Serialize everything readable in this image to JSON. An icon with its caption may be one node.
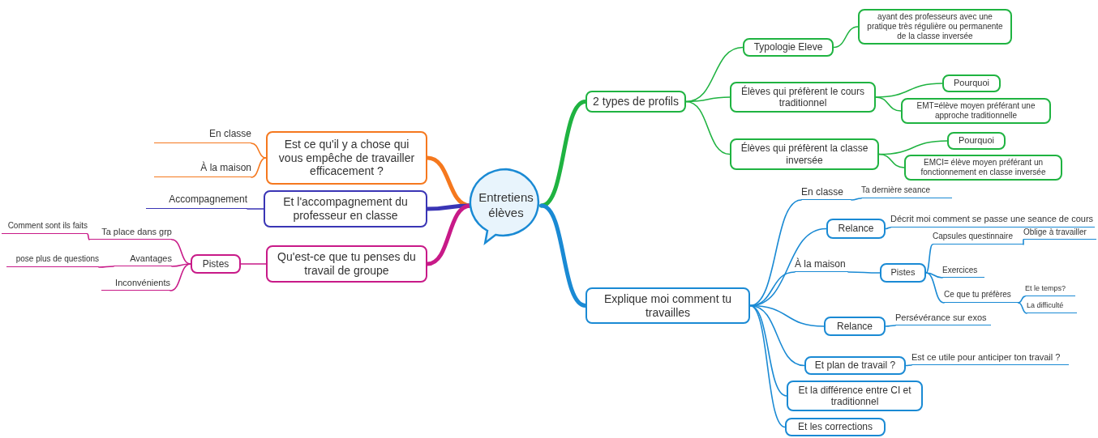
{
  "diagram": {
    "nodes": [
      {
        "text": [
          "Entretiens élèves"
        ]
      },
      {
        "text": [
          "Est ce qu'il y a chose qui vous empêche de travailler efficacement ?"
        ]
      },
      {
        "text": [
          "En classe"
        ]
      },
      {
        "text": [
          "À la maison"
        ]
      },
      {
        "text": [
          "Et l'accompagnement du professeur en classe"
        ]
      },
      {
        "text": [
          "Accompagnement"
        ]
      },
      {
        "text": [
          "Qu'est-ce que tu penses du travail de groupe"
        ]
      },
      {
        "text": [
          "Pistes"
        ]
      },
      {
        "text": [
          "Ta place dans grp"
        ]
      },
      {
        "text": [
          "Comment sont ils faits"
        ]
      },
      {
        "text": [
          "Avantages"
        ]
      },
      {
        "text": [
          "pose plus de questions"
        ]
      },
      {
        "text": [
          "Inconvénients"
        ]
      },
      {
        "text": [
          "2 types de profils"
        ]
      },
      {
        "text": [
          "Typologie Eleve"
        ]
      },
      {
        "text": [
          "ayant des professeurs avec une pratique très régulière ou permanente de la classe inversée"
        ]
      },
      {
        "text": [
          "Élèves qui préfèrent le cours traditionnel"
        ]
      },
      {
        "text": [
          "Pourquoi"
        ]
      },
      {
        "text": [
          "EMT=élève moyen préférant une approche traditionnelle"
        ]
      },
      {
        "text": [
          "Élèves qui préfèrent la classe inversée"
        ]
      },
      {
        "text": [
          "Pourquoi"
        ]
      },
      {
        "text": [
          "EMCI= élève moyen préférant un fonctionnement en classe inversée"
        ]
      },
      {
        "text": [
          "Explique moi comment tu travailles"
        ]
      },
      {
        "text": [
          "En classe"
        ]
      },
      {
        "text": [
          "Ta dernière seance"
        ]
      },
      {
        "text": [
          "Relance"
        ]
      },
      {
        "text": [
          "Décrit moi comment se passe une seance de cours"
        ]
      },
      {
        "text": [
          "À la maison"
        ]
      },
      {
        "text": [
          "Pistes"
        ]
      },
      {
        "text": [
          "Capsules questinnaire"
        ]
      },
      {
        "text": [
          "Oblige à travailler"
        ]
      },
      {
        "text": [
          "Exercices"
        ]
      },
      {
        "text": [
          "Ce que tu préfères"
        ]
      },
      {
        "text": [
          "Et le temps?"
        ]
      },
      {
        "text": [
          "La difficulté"
        ]
      },
      {
        "text": [
          "Relance"
        ]
      },
      {
        "text": [
          "Persévérance sur exos"
        ]
      },
      {
        "text": [
          "Et plan de travail ?"
        ]
      },
      {
        "text": [
          "Est ce utile pour anticiper ton travail ?"
        ]
      },
      {
        "text": [
          "Et la différence entre CI et traditionnel"
        ]
      },
      {
        "text": [
          "Et les corrections"
        ]
      }
    ],
    "edges": [
      {
        "from": 0,
        "to": 1,
        "arrow": "none",
        "style": "thick",
        "color": "#f5781e"
      },
      {
        "from": 1,
        "to": 2,
        "arrow": "none",
        "color": "#f5781e"
      },
      {
        "from": 1,
        "to": 3,
        "arrow": "none",
        "color": "#f5781e"
      },
      {
        "from": 0,
        "to": 4,
        "arrow": "none",
        "style": "thick",
        "color": "#3a35b5"
      },
      {
        "from": 4,
        "to": 5,
        "arrow": "none",
        "color": "#3a35b5"
      },
      {
        "from": 0,
        "to": 6,
        "arrow": "none",
        "style": "thick",
        "color": "#c81a88"
      },
      {
        "from": 6,
        "to": 7,
        "arrow": "none",
        "color": "#c81a88"
      },
      {
        "from": 7,
        "to": 8,
        "arrow": "none",
        "color": "#c81a88"
      },
      {
        "from": 8,
        "to": 9,
        "arrow": "none",
        "color": "#c81a88"
      },
      {
        "from": 7,
        "to": 10,
        "arrow": "none",
        "color": "#c81a88"
      },
      {
        "from": 10,
        "to": 11,
        "arrow": "none",
        "color": "#c81a88"
      },
      {
        "from": 7,
        "to": 12,
        "arrow": "none",
        "color": "#c81a88"
      },
      {
        "from": 0,
        "to": 13,
        "arrow": "none",
        "style": "thick",
        "color": "#1fb341"
      },
      {
        "from": 13,
        "to": 14,
        "arrow": "none",
        "color": "#1fb341"
      },
      {
        "from": 14,
        "to": 15,
        "arrow": "none",
        "color": "#1fb341"
      },
      {
        "from": 13,
        "to": 16,
        "arrow": "none",
        "color": "#1fb341"
      },
      {
        "from": 16,
        "to": 17,
        "arrow": "none",
        "color": "#1fb341"
      },
      {
        "from": 16,
        "to": 18,
        "arrow": "none",
        "color": "#1fb341"
      },
      {
        "from": 13,
        "to": 19,
        "arrow": "none",
        "color": "#1fb341"
      },
      {
        "from": 19,
        "to": 20,
        "arrow": "none",
        "color": "#1fb341"
      },
      {
        "from": 19,
        "to": 21,
        "arrow": "none",
        "color": "#1fb341"
      },
      {
        "from": 0,
        "to": 22,
        "arrow": "none",
        "style": "thick"
      },
      {
        "from": 22,
        "to": 23,
        "arrow": "none"
      },
      {
        "from": 23,
        "to": 24,
        "arrow": "none"
      },
      {
        "from": 22,
        "to": 25,
        "arrow": "none"
      },
      {
        "from": 25,
        "to": 26,
        "arrow": "none"
      },
      {
        "from": 22,
        "to": 27,
        "arrow": "none"
      },
      {
        "from": 27,
        "to": 28,
        "arrow": "none"
      },
      {
        "from": 28,
        "to": 29,
        "arrow": "none"
      },
      {
        "from": 29,
        "to": 30,
        "arrow": "none"
      },
      {
        "from": 28,
        "to": 31,
        "arrow": "none"
      },
      {
        "from": 28,
        "to": 32,
        "arrow": "none"
      },
      {
        "from": 32,
        "to": 33,
        "arrow": "none"
      },
      {
        "from": 32,
        "to": 34,
        "arrow": "none"
      },
      {
        "from": 22,
        "to": 35,
        "arrow": "none"
      },
      {
        "from": 35,
        "to": 36,
        "arrow": "none"
      },
      {
        "from": 22,
        "to": 37,
        "arrow": "none"
      },
      {
        "from": 37,
        "to": 38,
        "arrow": "none"
      },
      {
        "from": 22,
        "to": 39,
        "arrow": "none"
      },
      {
        "from": 22,
        "to": 40,
        "arrow": "none"
      }
    ]
  }
}
